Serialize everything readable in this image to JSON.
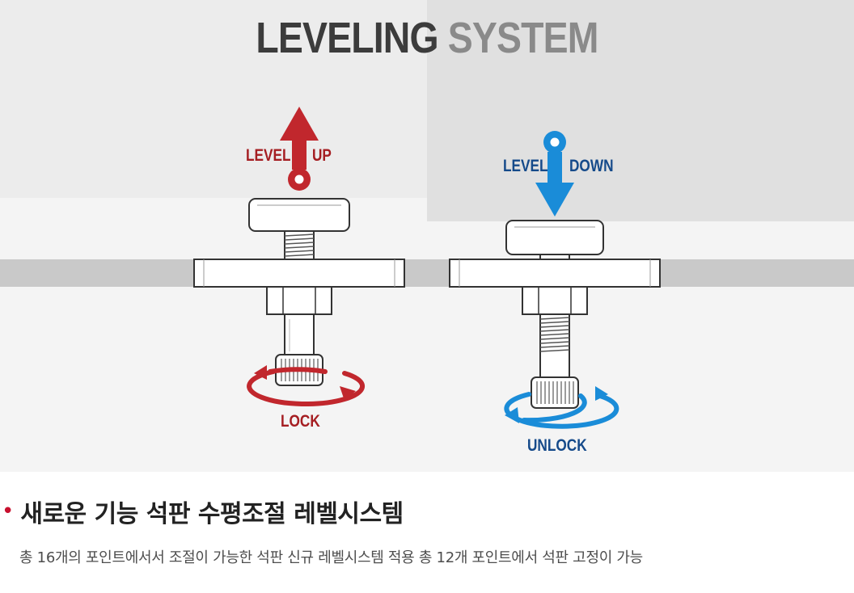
{
  "hero": {
    "title_word1": "LEVELING",
    "title_word2": "SYSTEM",
    "level_up": {
      "left": "LEVEL",
      "right": "UP",
      "rotation_label": "LOCK"
    },
    "level_down": {
      "left": "LEVEL",
      "right": "DOWN",
      "rotation_label": "UNLOCK"
    },
    "colors": {
      "red": "#c1272d",
      "blue": "#1a8cd8",
      "rail": "#c9c9c9"
    }
  },
  "section": {
    "heading": "새로운 기능 석판 수평조절 레벨시스템",
    "description": "총 16개의 포인트에서서 조절이 가능한 석판 신규 레벨시스템 적용 총 12개 포인트에서 석판 고정이 가능"
  }
}
